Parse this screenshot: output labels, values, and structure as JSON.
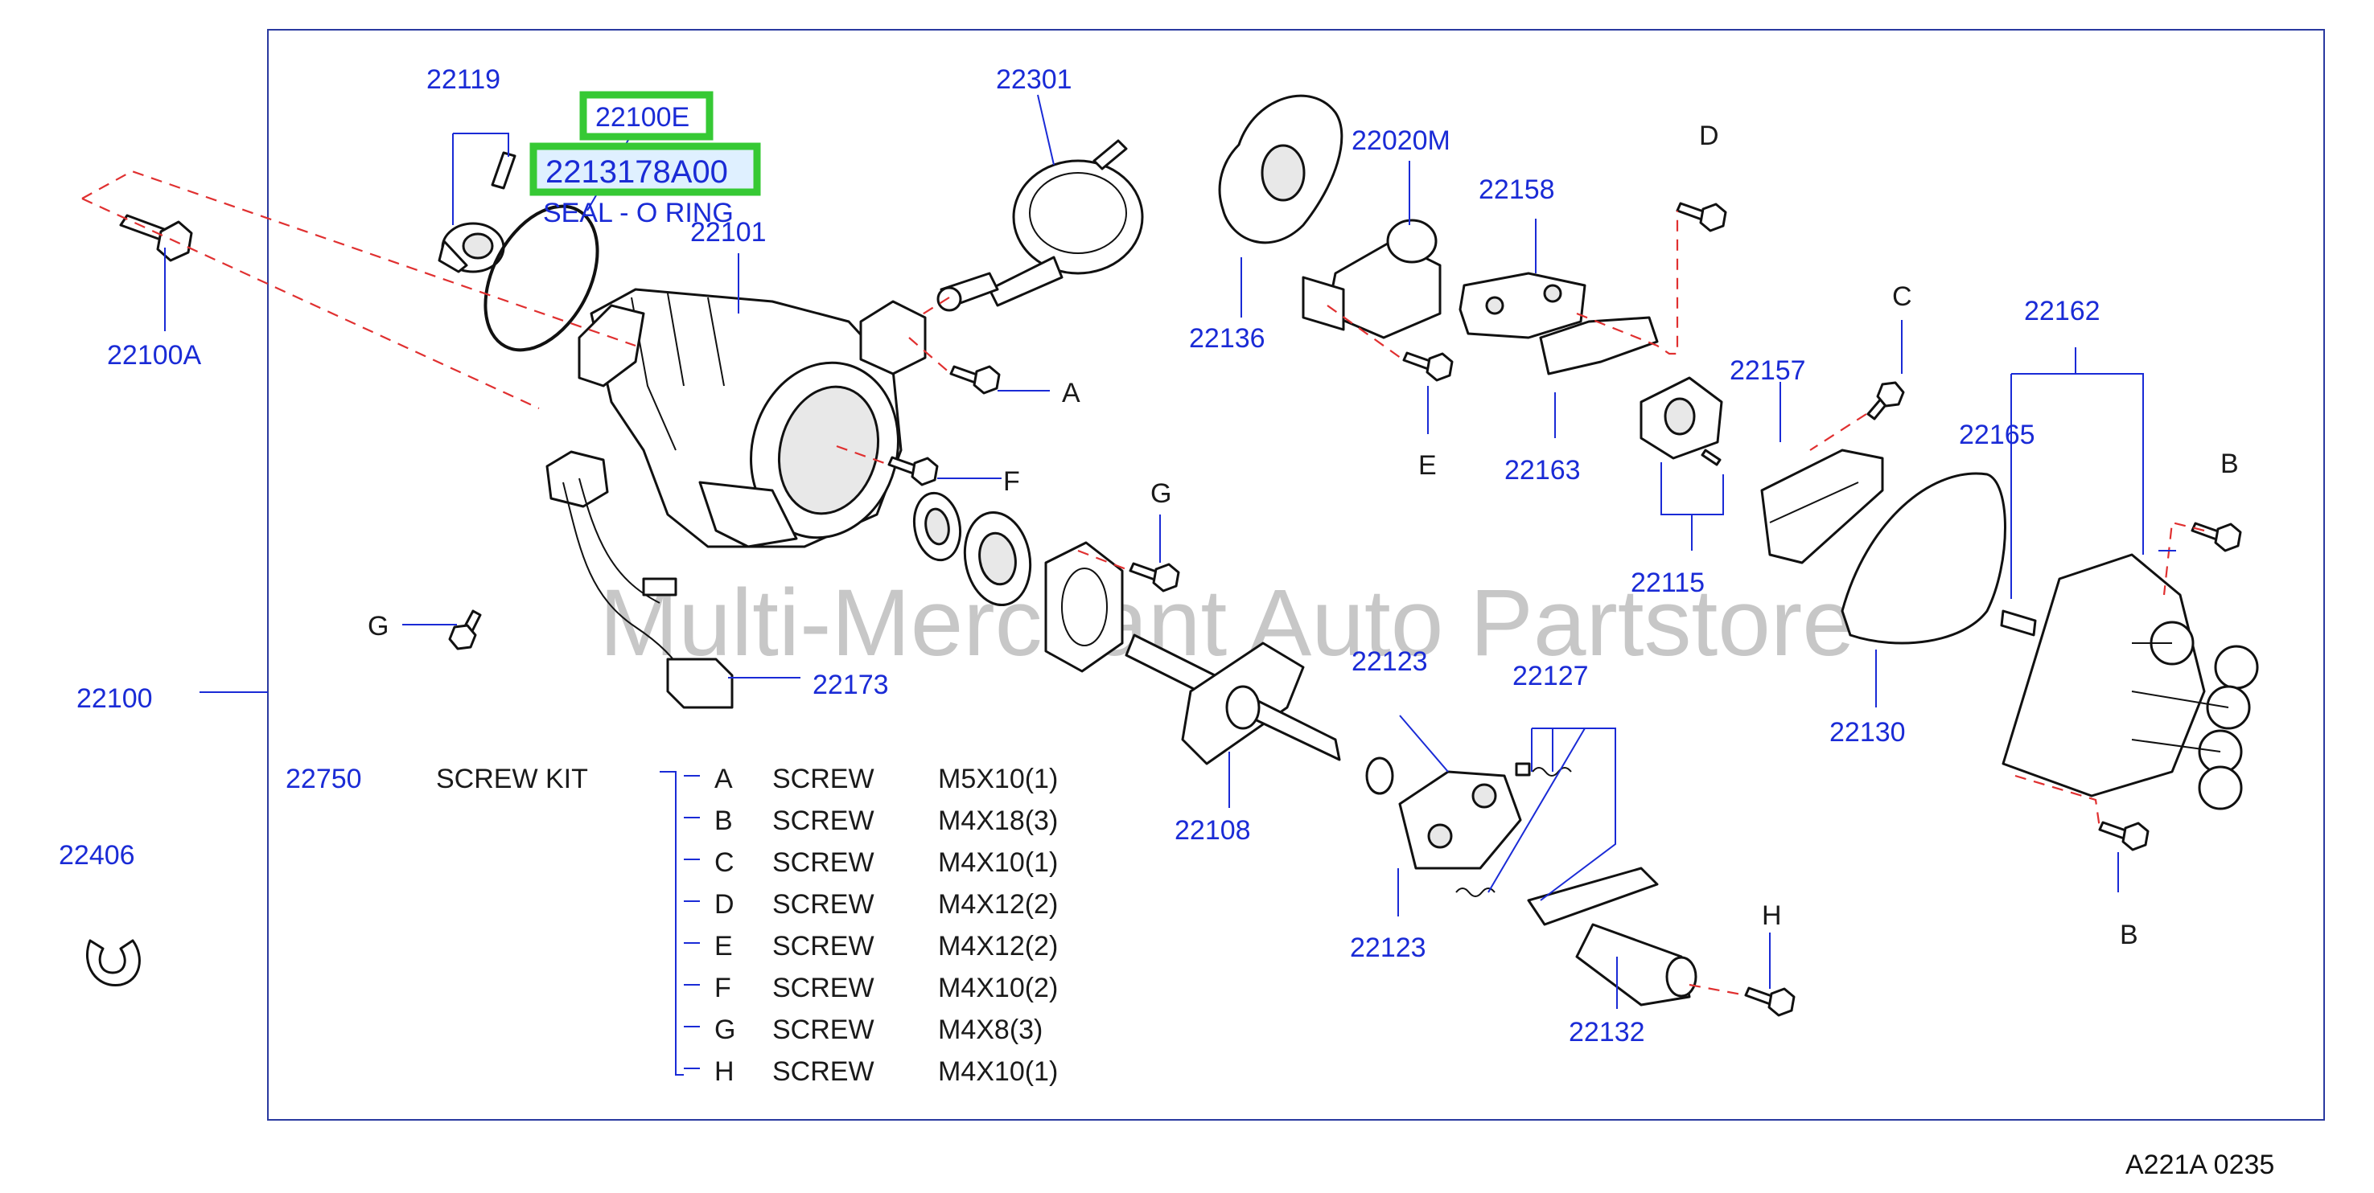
{
  "labels": {
    "p22119": "22119",
    "p22100E": "22100E",
    "p2213178A00": "2213178A00",
    "seal": "SEAL - O RING",
    "p22101": "22101",
    "p22301": "22301",
    "p22100A": "22100A",
    "p22136": "22136",
    "p22020M": "22020M",
    "p22158": "22158",
    "p22163": "22163",
    "p22157": "22157",
    "p22115": "22115",
    "p22162": "22162",
    "p22165": "22165",
    "p22130": "22130",
    "p22173": "22173",
    "p22100": "22100",
    "p22108": "22108",
    "p22123a": "22123",
    "p22123b": "22123",
    "p22127": "22127",
    "p22132": "22132",
    "p22750": "22750",
    "p22406": "22406",
    "A": "A",
    "B1": "B",
    "B2": "B",
    "C": "C",
    "D": "D",
    "E": "E",
    "F": "F",
    "G1": "G",
    "G2": "G",
    "H": "H"
  },
  "screw_kit": {
    "title": "SCREW   KIT",
    "items": [
      {
        "letter": "A",
        "name": "SCREW",
        "size": "M5X10(1)"
      },
      {
        "letter": "B",
        "name": "SCREW",
        "size": "M4X18(3)"
      },
      {
        "letter": "C",
        "name": "SCREW",
        "size": "M4X10(1)"
      },
      {
        "letter": "D",
        "name": "SCREW",
        "size": "M4X12(2)"
      },
      {
        "letter": "E",
        "name": "SCREW",
        "size": "M4X12(2)"
      },
      {
        "letter": "F",
        "name": "SCREW",
        "size": "M4X10(2)"
      },
      {
        "letter": "G",
        "name": "SCREW",
        "size": "M4X8(3)"
      },
      {
        "letter": "H",
        "name": "SCREW",
        "size": "M4X10(1)"
      }
    ]
  },
  "watermark": "Multi-Merchant Auto Partstore",
  "diagram_code": "A221A   0235",
  "colors": {
    "part_number": "#1a2bd6",
    "dashed_line": "#e03030",
    "highlight_box": "#36c934",
    "frame": "#2a3aa0"
  }
}
